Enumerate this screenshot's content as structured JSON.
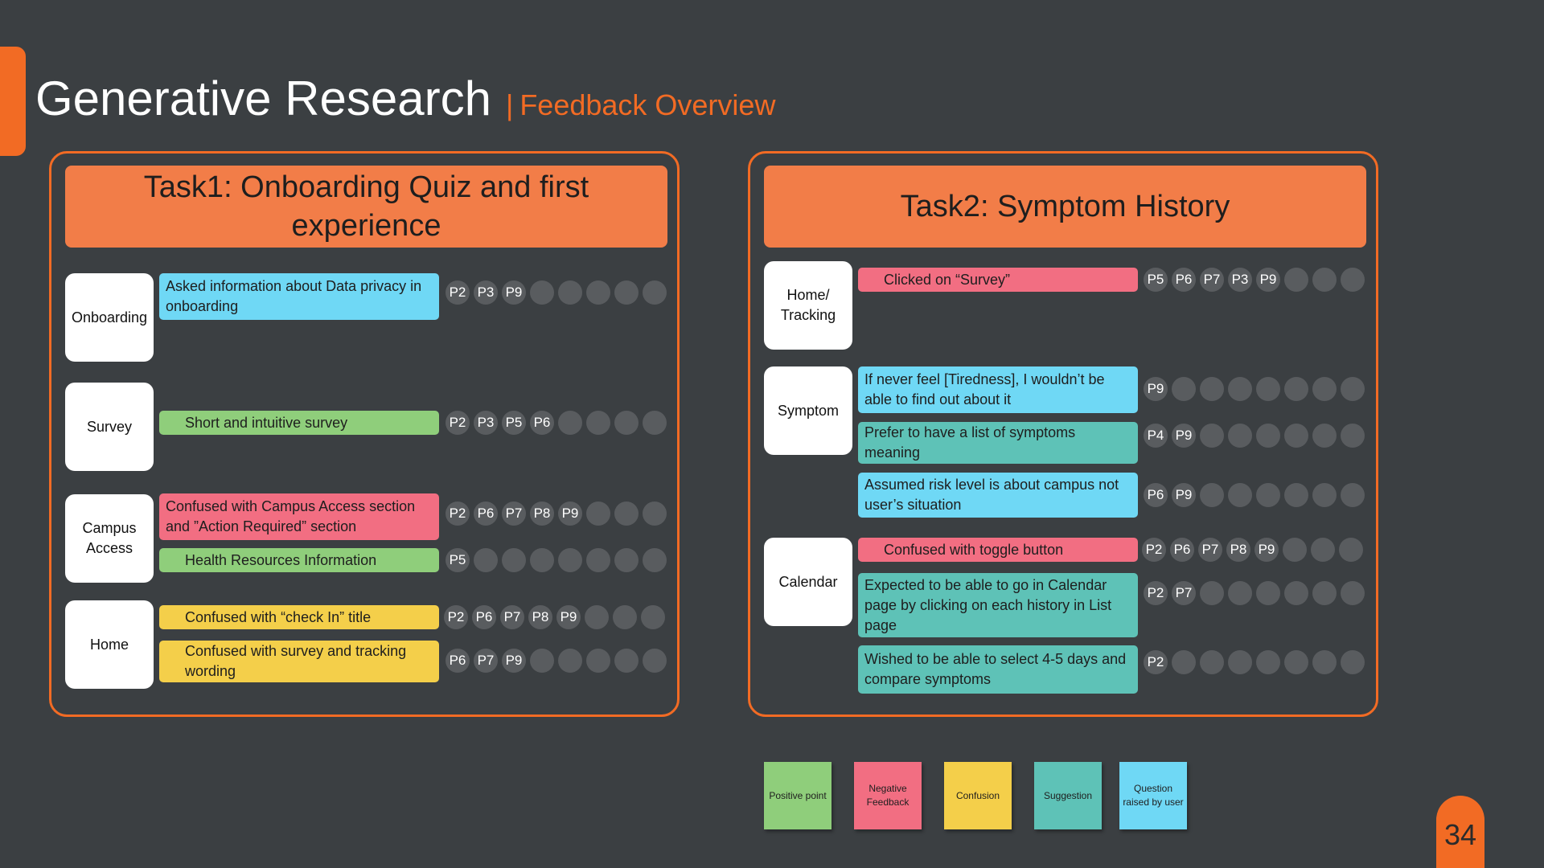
{
  "title": {
    "main": "Generative Research",
    "separator": "|",
    "sub": "Feedback Overview"
  },
  "colors": {
    "accent": "#f26b24",
    "header": "#f27d48",
    "positive": "#8fce7b",
    "negative": "#f26e82",
    "confusion": "#f4cf4a",
    "suggestion": "#5ec2b7",
    "question": "#6fd8f5",
    "background": "#3b3f42"
  },
  "task1": {
    "heading": "Task1: Onboarding Quiz and first experience",
    "categories": [
      "Onboarding",
      "Survey",
      "Campus Access",
      "Home"
    ],
    "notes": [
      {
        "text": "Asked information about Data privacy in onboarding",
        "kind": "question",
        "participants": [
          "P2",
          "P3",
          "P9"
        ]
      },
      {
        "text": "Short and intuitive survey",
        "kind": "positive",
        "participants": [
          "P2",
          "P3",
          "P5",
          "P6"
        ]
      },
      {
        "text": "Confused with Campus Access section and ”Action Required” section",
        "kind": "negative",
        "participants": [
          "P2",
          "P6",
          "P7",
          "P8",
          "P9"
        ]
      },
      {
        "text": "Health Resources Information",
        "kind": "positive",
        "participants": [
          "P5"
        ]
      },
      {
        "text": "Confused with “check In” title",
        "kind": "confusion",
        "participants": [
          "P2",
          "P6",
          "P7",
          "P8",
          "P9"
        ]
      },
      {
        "text": "Confused with survey and tracking wording",
        "kind": "confusion",
        "participants": [
          "P6",
          "P7",
          "P9"
        ]
      }
    ]
  },
  "task2": {
    "heading": "Task2: Symptom History",
    "categories": [
      "Home/ Tracking",
      "Symptom",
      "Calendar"
    ],
    "notes": [
      {
        "text": "Clicked on “Survey”",
        "kind": "negative",
        "participants": [
          "P5",
          "P6",
          "P7",
          "P3",
          "P9"
        ]
      },
      {
        "text": "If never feel [Tiredness], I wouldn’t be able to find out about it",
        "kind": "question",
        "participants": [
          "P9"
        ]
      },
      {
        "text": "Prefer to have a list of symptoms meaning",
        "kind": "suggestion",
        "participants": [
          "P4",
          "P9"
        ]
      },
      {
        "text": "Assumed risk level is about campus not user’s situation",
        "kind": "question",
        "participants": [
          "P6",
          "P9"
        ]
      },
      {
        "text": "Confused with toggle button",
        "kind": "negative",
        "participants": [
          "P2",
          "P6",
          "P7",
          "P8",
          "P9"
        ]
      },
      {
        "text": "Expected to be able to go in Calendar page by clicking on each history in List page",
        "kind": "suggestion",
        "participants": [
          "P2",
          "P7"
        ]
      },
      {
        "text": "Wished to be able to select 4-5 days and compare symptoms",
        "kind": "suggestion",
        "participants": [
          "P2"
        ]
      }
    ]
  },
  "legend": [
    {
      "label": "Positive point",
      "kind": "positive"
    },
    {
      "label": "Negative Feedback",
      "kind": "negative"
    },
    {
      "label": "Confusion",
      "kind": "confusion"
    },
    {
      "label": "Suggestion",
      "kind": "suggestion"
    },
    {
      "label": "Question raised by user",
      "kind": "question"
    }
  ],
  "page_number": "34"
}
